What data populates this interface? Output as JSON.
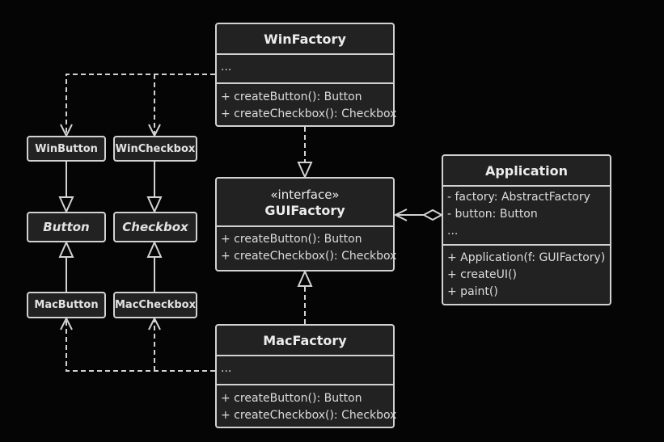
{
  "colors": {
    "background": "#050505",
    "box_fill": "#222222",
    "stroke": "#d2d2d2"
  },
  "win_factory": {
    "title": "WinFactory",
    "fields": [
      "..."
    ],
    "methods": [
      "+ createButton(): Button",
      "+ createCheckbox(): Checkbox"
    ]
  },
  "gui_factory": {
    "stereotype": "«interface»",
    "title": "GUIFactory",
    "methods": [
      "+ createButton(): Button",
      "+ createCheckbox(): Checkbox"
    ]
  },
  "mac_factory": {
    "title": "MacFactory",
    "fields": [
      "..."
    ],
    "methods": [
      "+ createButton(): Button",
      "+ createCheckbox(): Checkbox"
    ]
  },
  "application": {
    "title": "Application",
    "fields": [
      "- factory: AbstractFactory",
      "- button: Button",
      "..."
    ],
    "methods": [
      "+ Application(f: GUIFactory)",
      "+ createUI()",
      "+ paint()"
    ]
  },
  "products": {
    "win_button": "WinButton",
    "win_checkbox": "WinCheckbox",
    "button": "Button",
    "checkbox": "Checkbox",
    "mac_button": "MacButton",
    "mac_checkbox": "MacCheckbox"
  }
}
